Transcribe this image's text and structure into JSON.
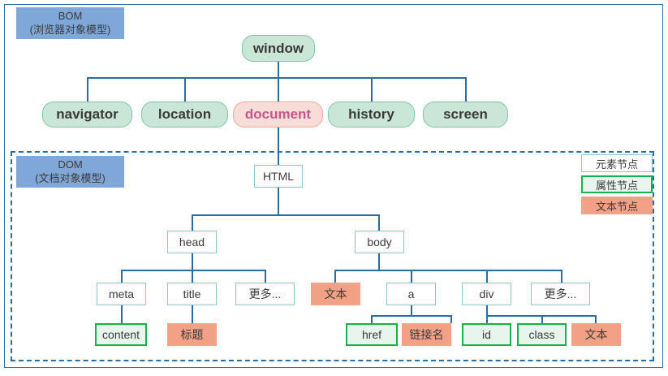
{
  "diagram": {
    "title": "BOM and DOM object model tree",
    "colors": {
      "frame": "#2b6ea3",
      "section_label_bg": "#7fa8d8",
      "element_node_border": "#8ec4d6",
      "attribute_node_border": "#13b24b",
      "attribute_node_bg": "#e8f5ec",
      "text_node_bg": "#f2a086",
      "pill_bg": "#c9e6d7",
      "pill_border": "#7fc3ab",
      "document_pill_bg": "#f8dcd8",
      "document_pill_text": "#c7568c"
    }
  },
  "bom": {
    "label_line1": "BOM",
    "label_line2": "(浏览器对象模型)",
    "root": "window",
    "children": [
      "navigator",
      "location",
      "document",
      "history",
      "screen"
    ],
    "highlighted_child": "document"
  },
  "dom": {
    "label_line1": "DOM",
    "label_line2": "(文档对象模型)",
    "root": "HTML",
    "head": {
      "name": "head",
      "children": [
        {
          "name": "meta",
          "type": "element"
        },
        {
          "name": "title",
          "type": "element"
        },
        {
          "name": "更多...",
          "type": "element"
        }
      ],
      "meta_child": {
        "name": "content",
        "type": "attribute"
      },
      "title_child": {
        "name": "标题",
        "type": "text"
      }
    },
    "body": {
      "name": "body",
      "children": [
        {
          "name": "文本",
          "type": "text"
        },
        {
          "name": "a",
          "type": "element"
        },
        {
          "name": "div",
          "type": "element"
        },
        {
          "name": "更多...",
          "type": "element"
        }
      ],
      "a_children": [
        {
          "name": "href",
          "type": "attribute"
        },
        {
          "name": "链接名",
          "type": "text"
        }
      ],
      "div_children": [
        {
          "name": "id",
          "type": "attribute"
        },
        {
          "name": "class",
          "type": "attribute"
        },
        {
          "name": "文本",
          "type": "text"
        }
      ]
    }
  },
  "legend": {
    "items": [
      {
        "label": "元素节点",
        "type": "element"
      },
      {
        "label": "属性节点",
        "type": "attribute"
      },
      {
        "label": "文本节点",
        "type": "text"
      }
    ]
  }
}
